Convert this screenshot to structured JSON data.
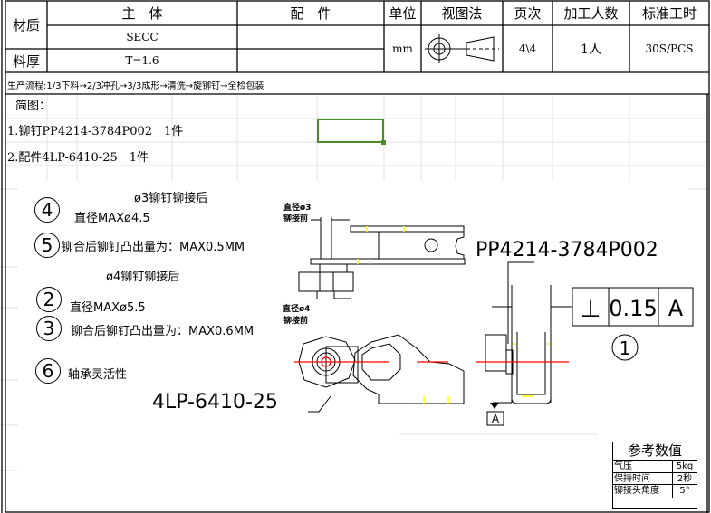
{
  "header": {
    "material_label": "材质",
    "thickness_label": "料厚",
    "main_body": "主　体",
    "accessory": "配　件",
    "unit_label": "单位",
    "projection_label": "视图法",
    "page_label": "页次",
    "workers_label": "加工人数",
    "std_time_label": "标准工时",
    "material_value": "SECC",
    "thickness_value": "T=1.6",
    "unit_value": "mm",
    "page_value": "4\\4",
    "workers_value": "1人",
    "std_time_value": "30S/PCS"
  },
  "process_flow": "生产流程:1/3下料→2/3冲孔→3/3成形→清洗→旋铆钉→全检包装",
  "sketch_label": "简图：",
  "parts": [
    "1.铆钉PP4214-3784P002　1件",
    "2.配件4LP-6410-25　1件"
  ],
  "notes": {
    "d3_title": "ø3铆钉铆接后",
    "n4": "4",
    "n4_text": "直径MAXø4.5",
    "n5": "5",
    "n5_text": "铆合后铆钉凸出量为：MAX0.5MM",
    "d4_title": "ø4铆钉铆接后",
    "n2": "2",
    "n2_text": "直径MAXø5.5",
    "n3": "3",
    "n3_text": "铆合后铆钉凸出量为：MAX0.6MM",
    "n6": "6",
    "n6_text": "轴承灵活性"
  },
  "drawing": {
    "dim_top_1": "直径ø3",
    "dim_top_2": "铆接前",
    "dim_bot_1": "直径ø4",
    "dim_bot_2": "铆接前",
    "part_label_accessory": "4LP-6410-25",
    "part_label_rivet": "PP4214-3784P002",
    "tolerance_symbol": "⊥",
    "tolerance_value": "0.15",
    "tolerance_datum": "A",
    "datum_label": "A",
    "balloon_1": "1"
  },
  "reference": {
    "title": "参考数值",
    "rows": [
      {
        "k": "气压",
        "v": "5kg"
      },
      {
        "k": "保持时间",
        "v": "2秒"
      },
      {
        "k": "铆接头角度",
        "v": "5°"
      }
    ]
  },
  "colors": {
    "selection": "#4a8c2a",
    "centerline": "#ff0000",
    "highlight": "#ffff00"
  }
}
